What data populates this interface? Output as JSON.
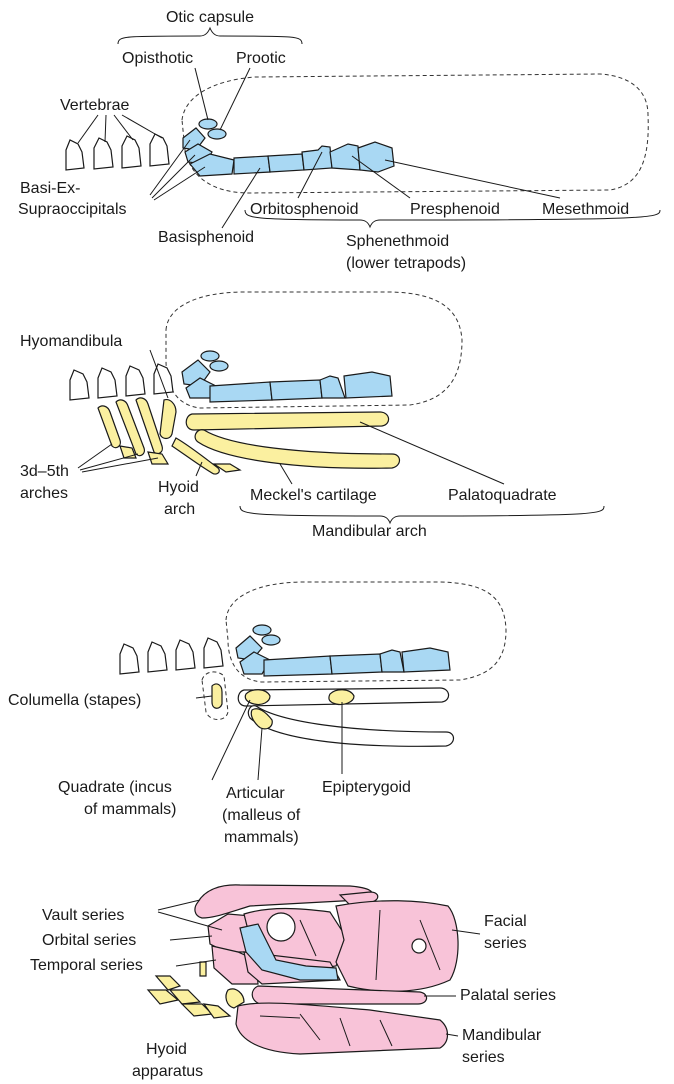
{
  "panel1": {
    "otic_capsule": "Otic capsule",
    "opisthotic": "Opisthotic",
    "prootic": "Prootic",
    "vertebrae": "Vertebrae",
    "basi_ex": "Basi-Ex-",
    "supraoccipitals": "Supraoccipitals",
    "basisphenoid": "Basisphenoid",
    "orbitosphenoid": "Orbitosphenoid",
    "presphenoid": "Presphenoid",
    "mesethmoid": "Mesethmoid",
    "sphenethmoid": "Sphenethmoid",
    "lower_tetrapods": "(lower tetrapods)"
  },
  "panel2": {
    "hyomandibula": "Hyomandibula",
    "arches_3d5th": "3d–5th",
    "arches": "arches",
    "hyoid": "Hyoid",
    "arch": "arch",
    "meckels": "Meckel's cartilage",
    "palatoquadrate": "Palatoquadrate",
    "mandibular_arch": "Mandibular arch"
  },
  "panel3": {
    "columella": "Columella (stapes)",
    "quadrate_1": "Quadrate (incus",
    "quadrate_2": "of mammals)",
    "articular_1": "Articular",
    "articular_2": "(malleus of",
    "articular_3": "mammals)",
    "epipterygoid": "Epipterygoid"
  },
  "panel4": {
    "vault": "Vault series",
    "orbital": "Orbital series",
    "temporal": "Temporal series",
    "facial_1": "Facial",
    "facial_2": "series",
    "palatal": "Palatal series",
    "mandibular_1": "Mandibular",
    "mandibular_2": "series",
    "hyoid_1": "Hyoid",
    "hyoid_2": "apparatus"
  },
  "colors": {
    "cartilage_blue": "#a9d8f3",
    "arch_yellow": "#fbf0a0",
    "dermal_pink": "#f8c3d8"
  }
}
